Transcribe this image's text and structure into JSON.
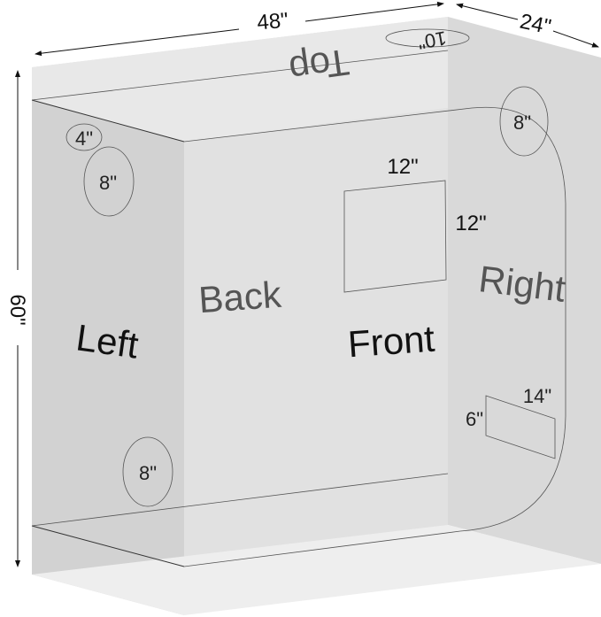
{
  "dimensions": {
    "width": "48\"",
    "depth": "24\"",
    "height": "60\""
  },
  "faces": {
    "top": "Top",
    "back": "Back",
    "front": "Front",
    "left": "Left",
    "right": "Right"
  },
  "openings": {
    "top_vent": "10\"",
    "left_small_vent": "4\"",
    "left_upper_vent": "8\"",
    "left_lower_vent": "8\"",
    "right_vent": "8\"",
    "window_width": "12\"",
    "window_height": "12\"",
    "right_window_width": "14\"",
    "right_window_height": "6\""
  },
  "colors": {
    "panel": "#dcdcdc",
    "panel_light": "#e6e6e6",
    "floor": "#efefef",
    "outline": "#333333"
  }
}
